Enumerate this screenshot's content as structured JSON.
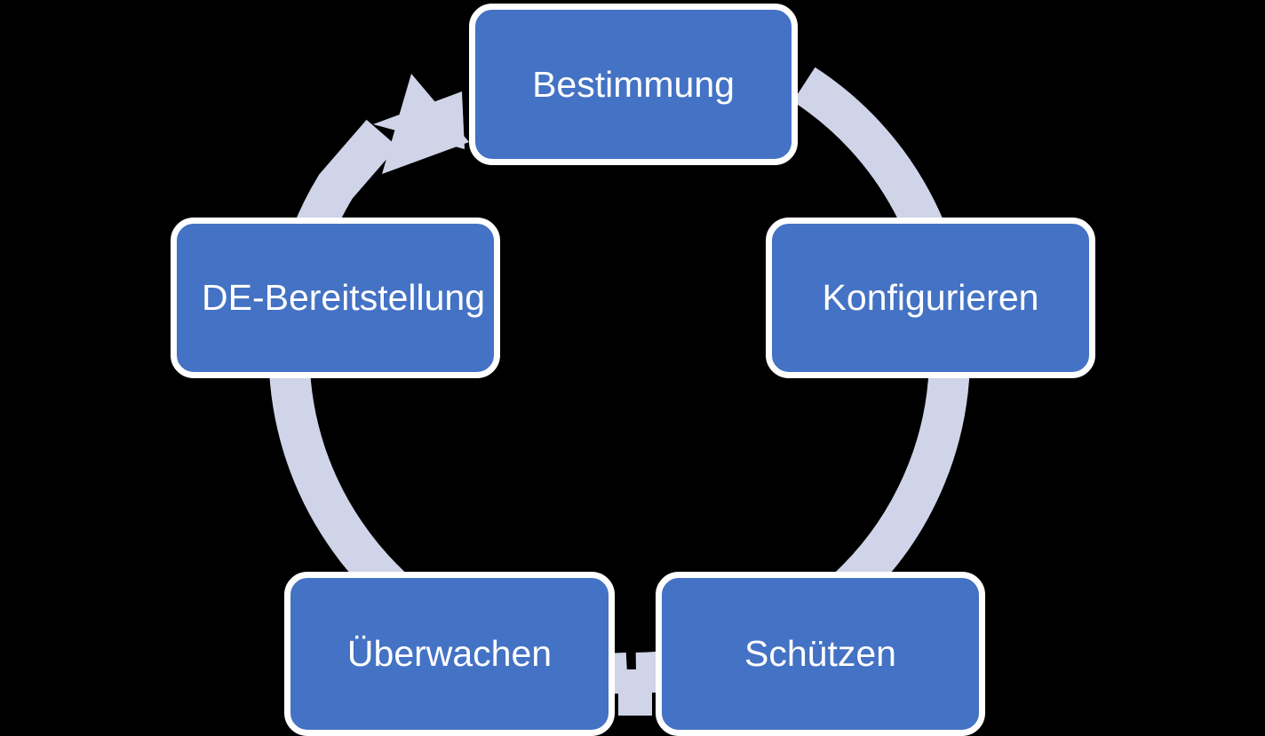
{
  "diagram": {
    "type": "cycle",
    "title": "",
    "background_color": "#000000",
    "node_fill_color": "#4472C4",
    "node_border_color": "#FFFFFF",
    "node_text_color": "#FFFFFF",
    "ring_color": "#CFD4E8",
    "direction": "clockwise",
    "arrow_head": "points up-right into first step",
    "nodes": [
      {
        "id": "bestimmung",
        "label": "Bestimmung",
        "position": "top"
      },
      {
        "id": "konfigurieren",
        "label": "Konfigurieren",
        "position": "right"
      },
      {
        "id": "schuetzen",
        "label": "Schützen",
        "position": "bottom-right"
      },
      {
        "id": "ueberwachen",
        "label": "Überwachen",
        "position": "bottom-left"
      },
      {
        "id": "bereitstellung",
        "label": "DE-Bereitstellung",
        "position": "left"
      }
    ]
  }
}
